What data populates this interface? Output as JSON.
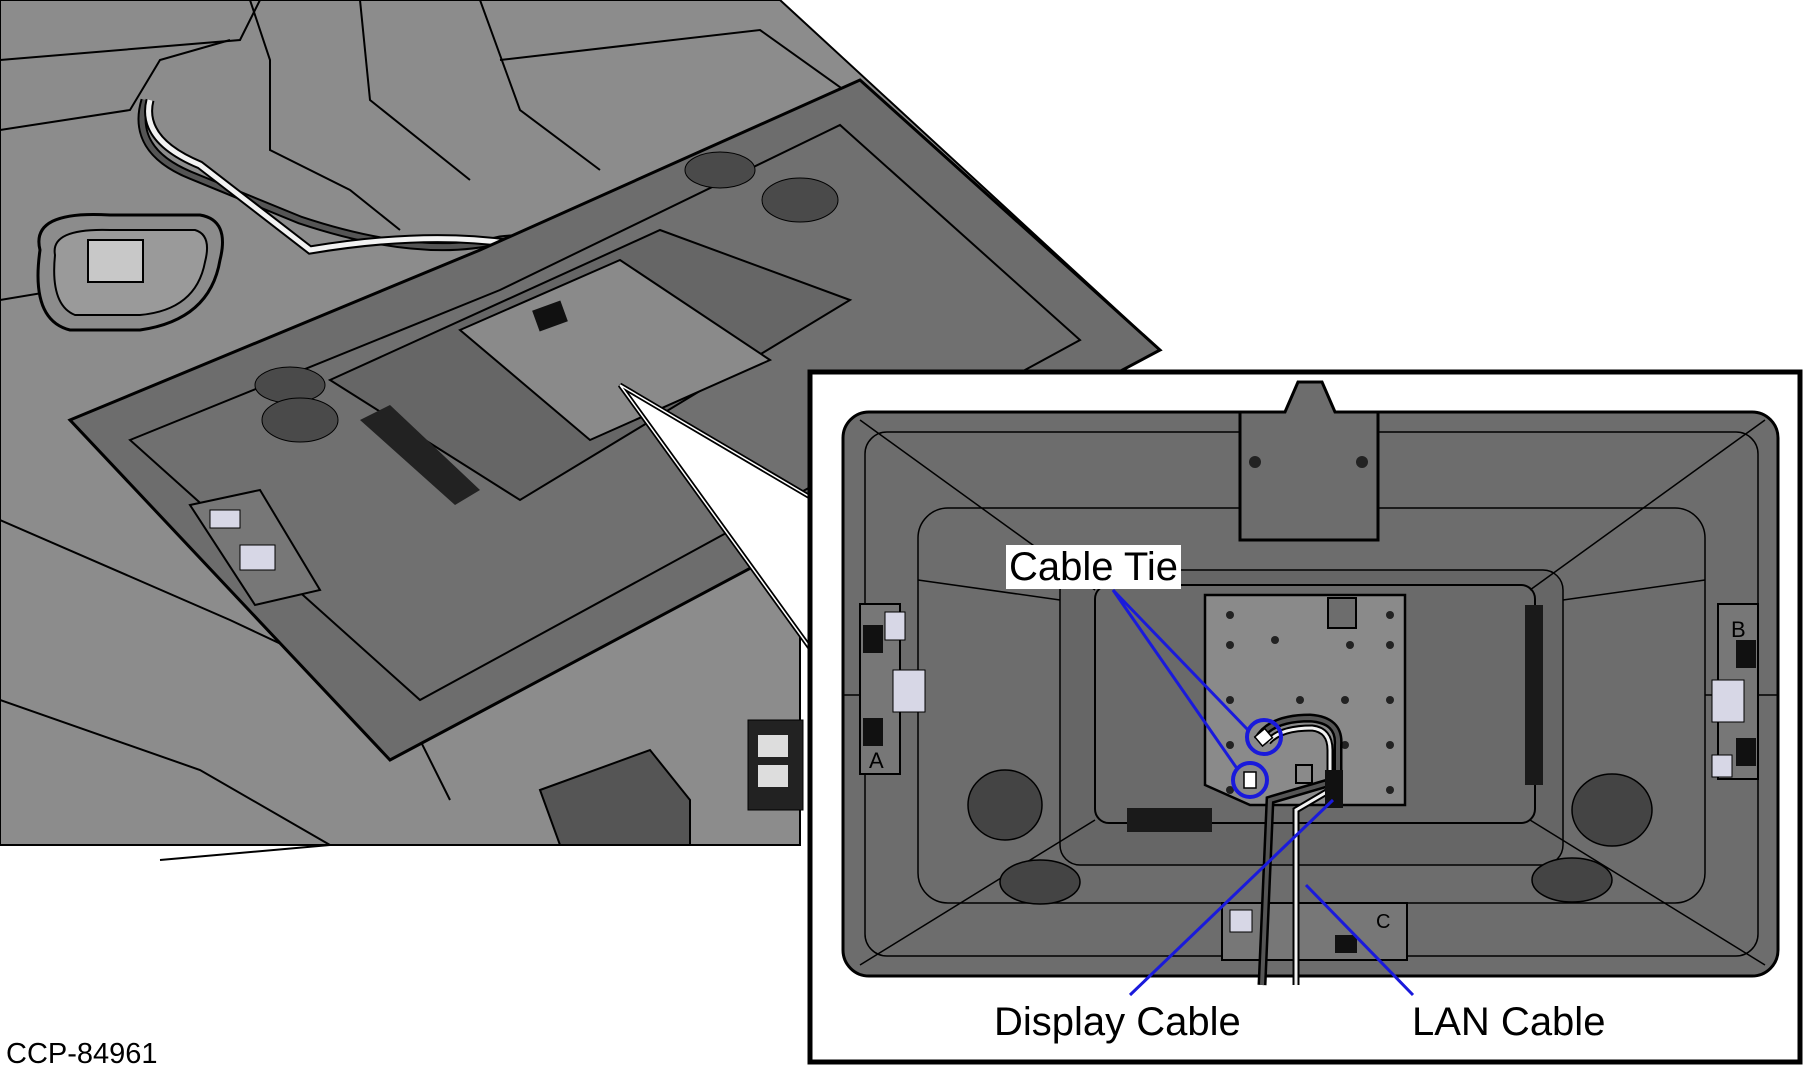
{
  "figure_id": "CCP-84961",
  "labels": {
    "cable_tie": "Cable Tie",
    "display_cable": "Display Cable",
    "lan_cable": "LAN Cable"
  },
  "markings": {
    "bracket_left": "A",
    "bracket_right": "B",
    "bracket_bottom": "C"
  },
  "colors": {
    "housing": "#6d6d6d",
    "housing_dark": "#5f5f5f",
    "plate": "#8a8a8a",
    "leader": "#1a1adb",
    "outline": "#000000",
    "bracket": "#d7d7e6",
    "cable_white": "#f2f2f2",
    "background_panel": "#8c8c8c"
  }
}
